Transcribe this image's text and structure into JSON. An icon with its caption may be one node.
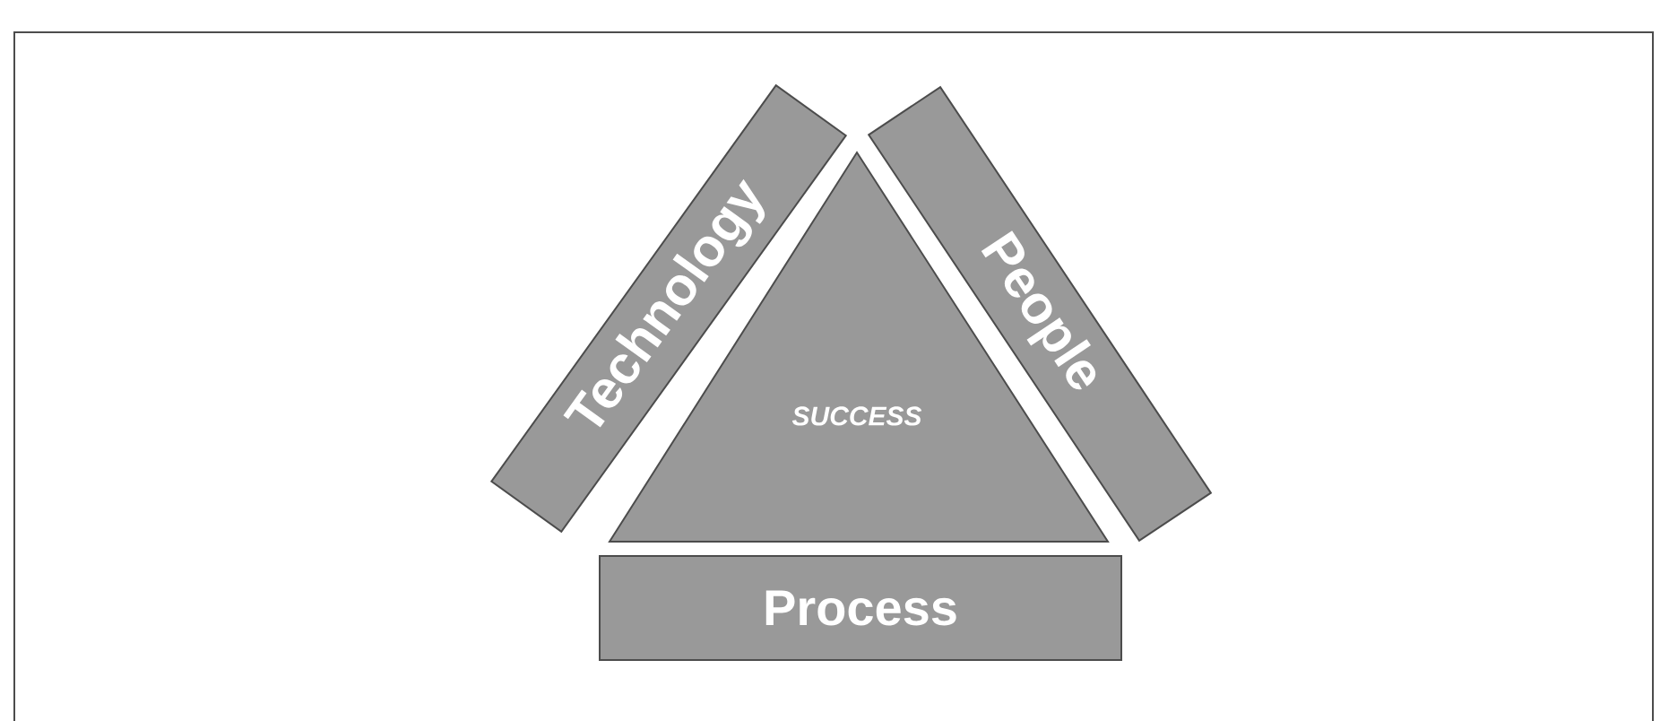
{
  "diagram": {
    "nodes": [
      {
        "text": [
          "Technology"
        ]
      },
      {
        "text": [
          "SUCCESS"
        ]
      },
      {
        "text": [
          "People"
        ]
      },
      {
        "text": [
          "Process"
        ]
      }
    ]
  }
}
